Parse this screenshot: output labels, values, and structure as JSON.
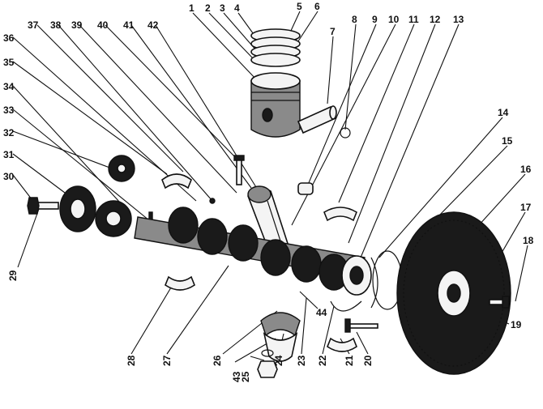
{
  "diagram": {
    "labels": [
      {
        "id": "1",
        "text": "1"
      },
      {
        "id": "2",
        "text": "2"
      },
      {
        "id": "3",
        "text": "3"
      },
      {
        "id": "4",
        "text": "4"
      },
      {
        "id": "5",
        "text": "5"
      },
      {
        "id": "6",
        "text": "6"
      },
      {
        "id": "7",
        "text": "7"
      },
      {
        "id": "8",
        "text": "8"
      },
      {
        "id": "9",
        "text": "9"
      },
      {
        "id": "10",
        "text": "10"
      },
      {
        "id": "11",
        "text": "11"
      },
      {
        "id": "12",
        "text": "12"
      },
      {
        "id": "13",
        "text": "13"
      },
      {
        "id": "14",
        "text": "14"
      },
      {
        "id": "15",
        "text": "15"
      },
      {
        "id": "16",
        "text": "16"
      },
      {
        "id": "17",
        "text": "17"
      },
      {
        "id": "18",
        "text": "18"
      },
      {
        "id": "19",
        "text": "19"
      },
      {
        "id": "20",
        "text": "20"
      },
      {
        "id": "21",
        "text": "21"
      },
      {
        "id": "22",
        "text": "22"
      },
      {
        "id": "23",
        "text": "23"
      },
      {
        "id": "24",
        "text": "24"
      },
      {
        "id": "25",
        "text": "25"
      },
      {
        "id": "26",
        "text": "26"
      },
      {
        "id": "27",
        "text": "27"
      },
      {
        "id": "28",
        "text": "28"
      },
      {
        "id": "29",
        "text": "29"
      },
      {
        "id": "30",
        "text": "30"
      },
      {
        "id": "31",
        "text": "31"
      },
      {
        "id": "32",
        "text": "32"
      },
      {
        "id": "33",
        "text": "33"
      },
      {
        "id": "34",
        "text": "34"
      },
      {
        "id": "35",
        "text": "35"
      },
      {
        "id": "36",
        "text": "36"
      },
      {
        "id": "37",
        "text": "37"
      },
      {
        "id": "38",
        "text": "38"
      },
      {
        "id": "39",
        "text": "39"
      },
      {
        "id": "40",
        "text": "40"
      },
      {
        "id": "41",
        "text": "41"
      },
      {
        "id": "42",
        "text": "42"
      },
      {
        "id": "43",
        "text": "43"
      },
      {
        "id": "44",
        "text": "44"
      }
    ]
  }
}
